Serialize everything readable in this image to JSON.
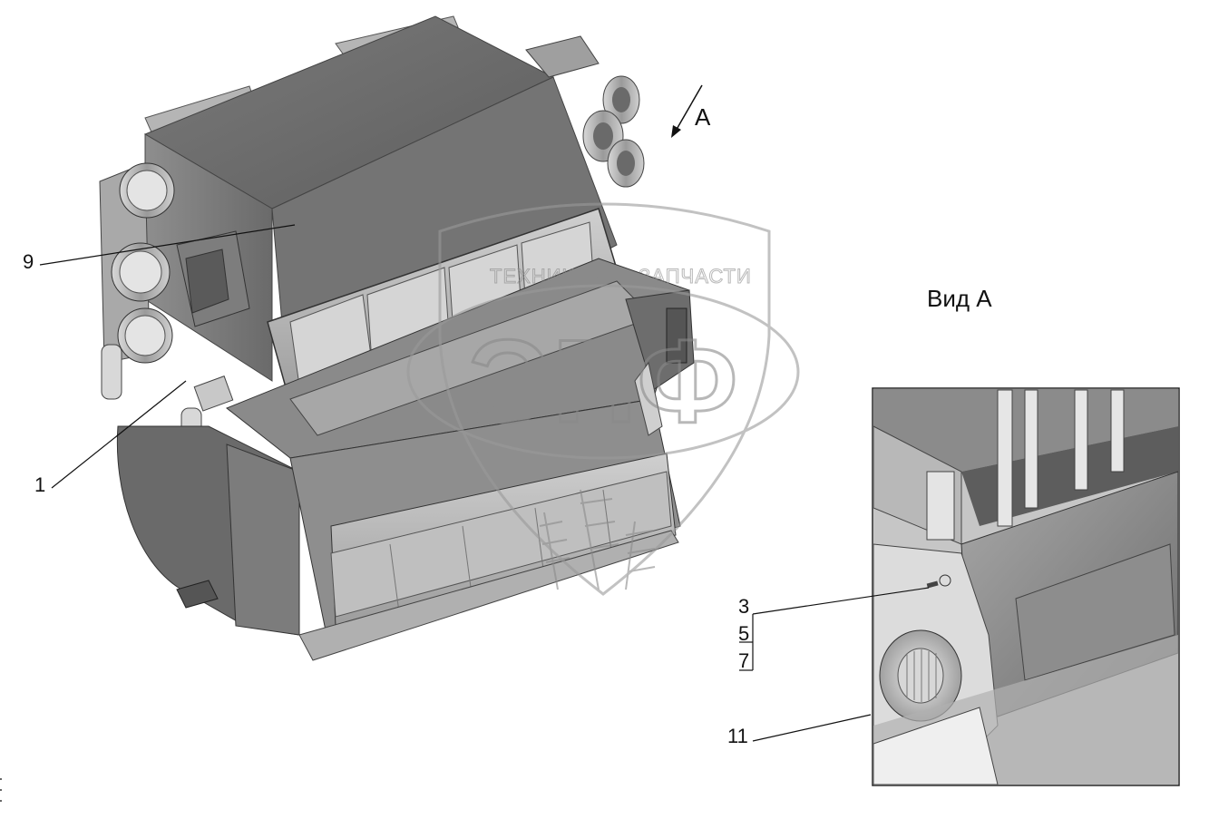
{
  "view_label": "Вид А",
  "view_arrow_letter": "А",
  "callouts": [
    {
      "id": "9",
      "text": "9"
    },
    {
      "id": "1",
      "text": "1"
    },
    {
      "id": "3",
      "text": "3"
    },
    {
      "id": "5",
      "text": "5"
    },
    {
      "id": "7",
      "text": "7"
    },
    {
      "id": "11",
      "text": "11"
    }
  ],
  "watermark": {
    "top_left": "ТЕХНИКА",
    "top_right": "ЗАПЧАСТИ",
    "logo": "ЭПФ"
  },
  "colors": {
    "line": "#111111",
    "body_dark": "#6e6e6e",
    "body_mid": "#8c8c8c",
    "body_light": "#bdbdbd",
    "highlight": "#d9d9d9",
    "watermark": "#9a9a9a"
  }
}
